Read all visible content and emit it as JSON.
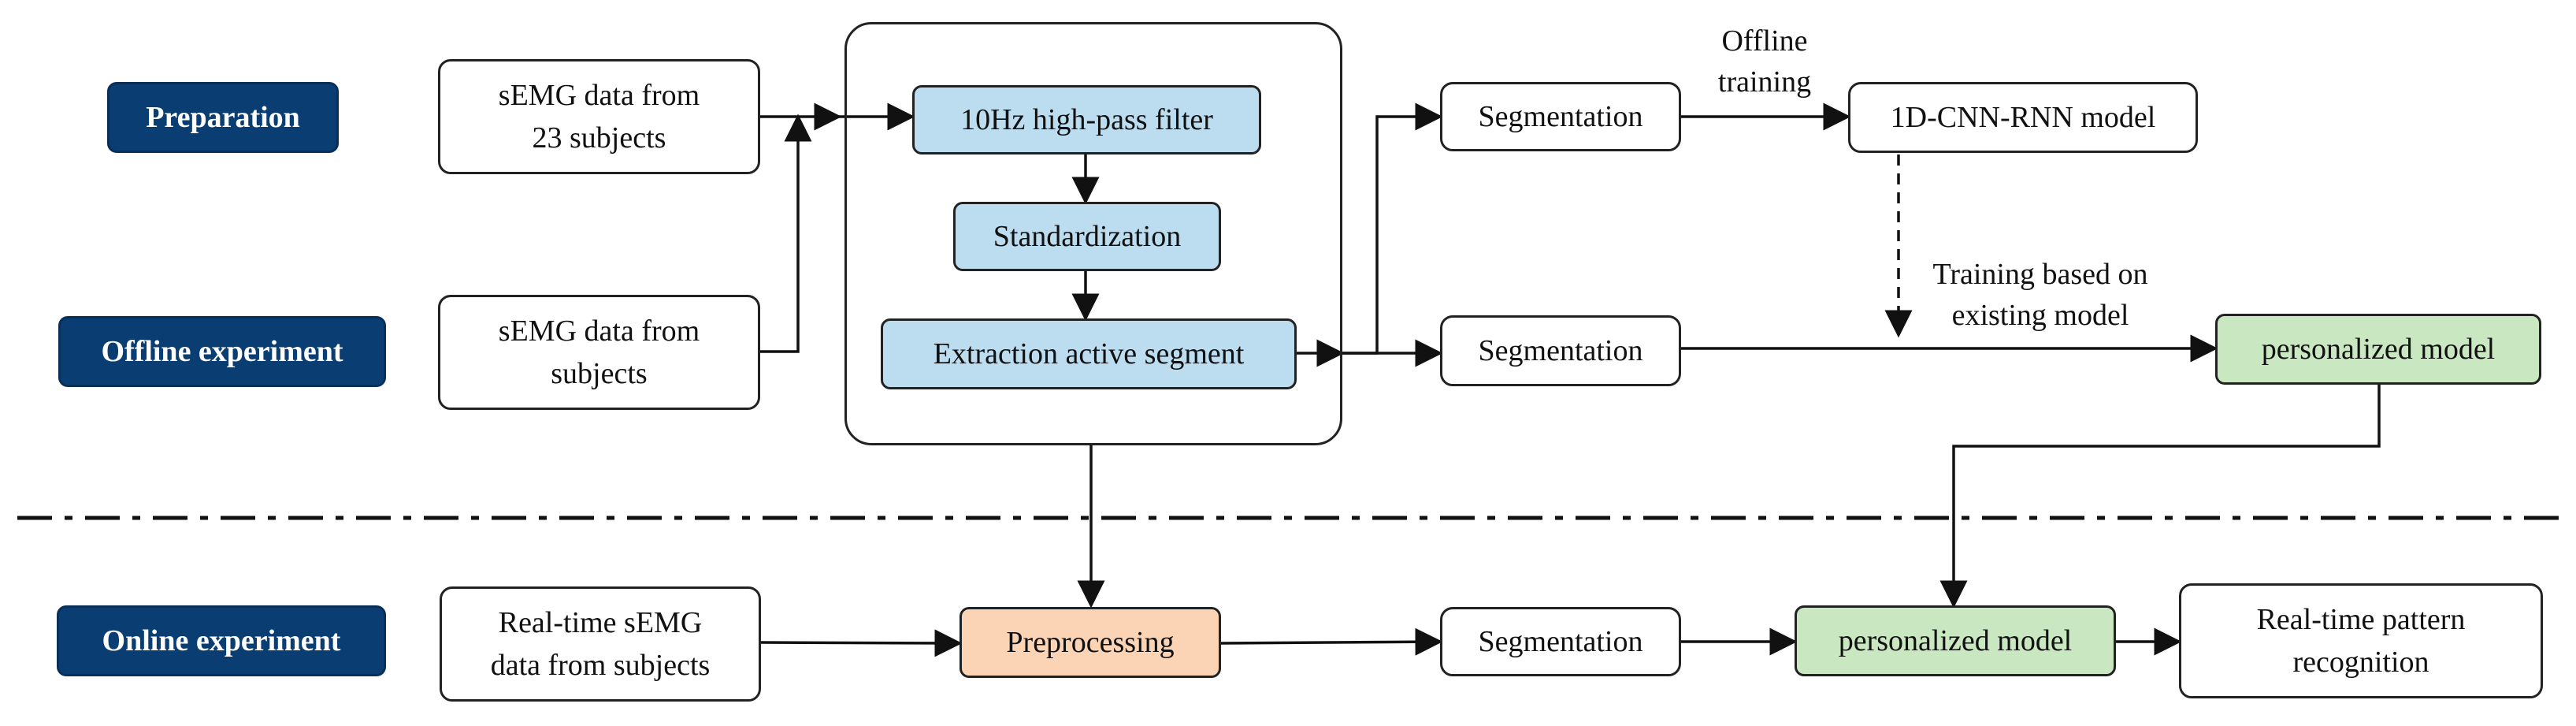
{
  "stages": {
    "preparation": "Preparation",
    "offline_experiment": "Offline experiment",
    "online_experiment": "Online experiment"
  },
  "inputs": {
    "semg_23_subjects": "sEMG data from\n23 subjects",
    "semg_subjects": "sEMG data from\nsubjects",
    "realtime_semg": "Real-time sEMG\ndata from subjects"
  },
  "preprocessing_steps": {
    "highpass_filter": "10Hz high-pass filter",
    "standardization": "Standardization",
    "extraction": "Extraction active segment",
    "preprocessing": "Preprocessing"
  },
  "segmentation": {
    "seg_top": "Segmentation",
    "seg_middle": "Segmentation",
    "seg_bottom": "Segmentation"
  },
  "models": {
    "cnn_rnn": "1D-CNN-RNN model",
    "personalized_offline": "personalized model",
    "personalized_online": "personalized model",
    "recognition": "Real-time pattern\nrecognition"
  },
  "edge_labels": {
    "offline_training": "Offline\ntraining",
    "training_existing": "Training based on\nexisting model"
  },
  "colors": {
    "stage_fill": "#0a3e73",
    "step_fill": "#bcdcf0",
    "model_fill": "#c9e8c2",
    "preprocessing_fill": "#fbd4b6"
  }
}
